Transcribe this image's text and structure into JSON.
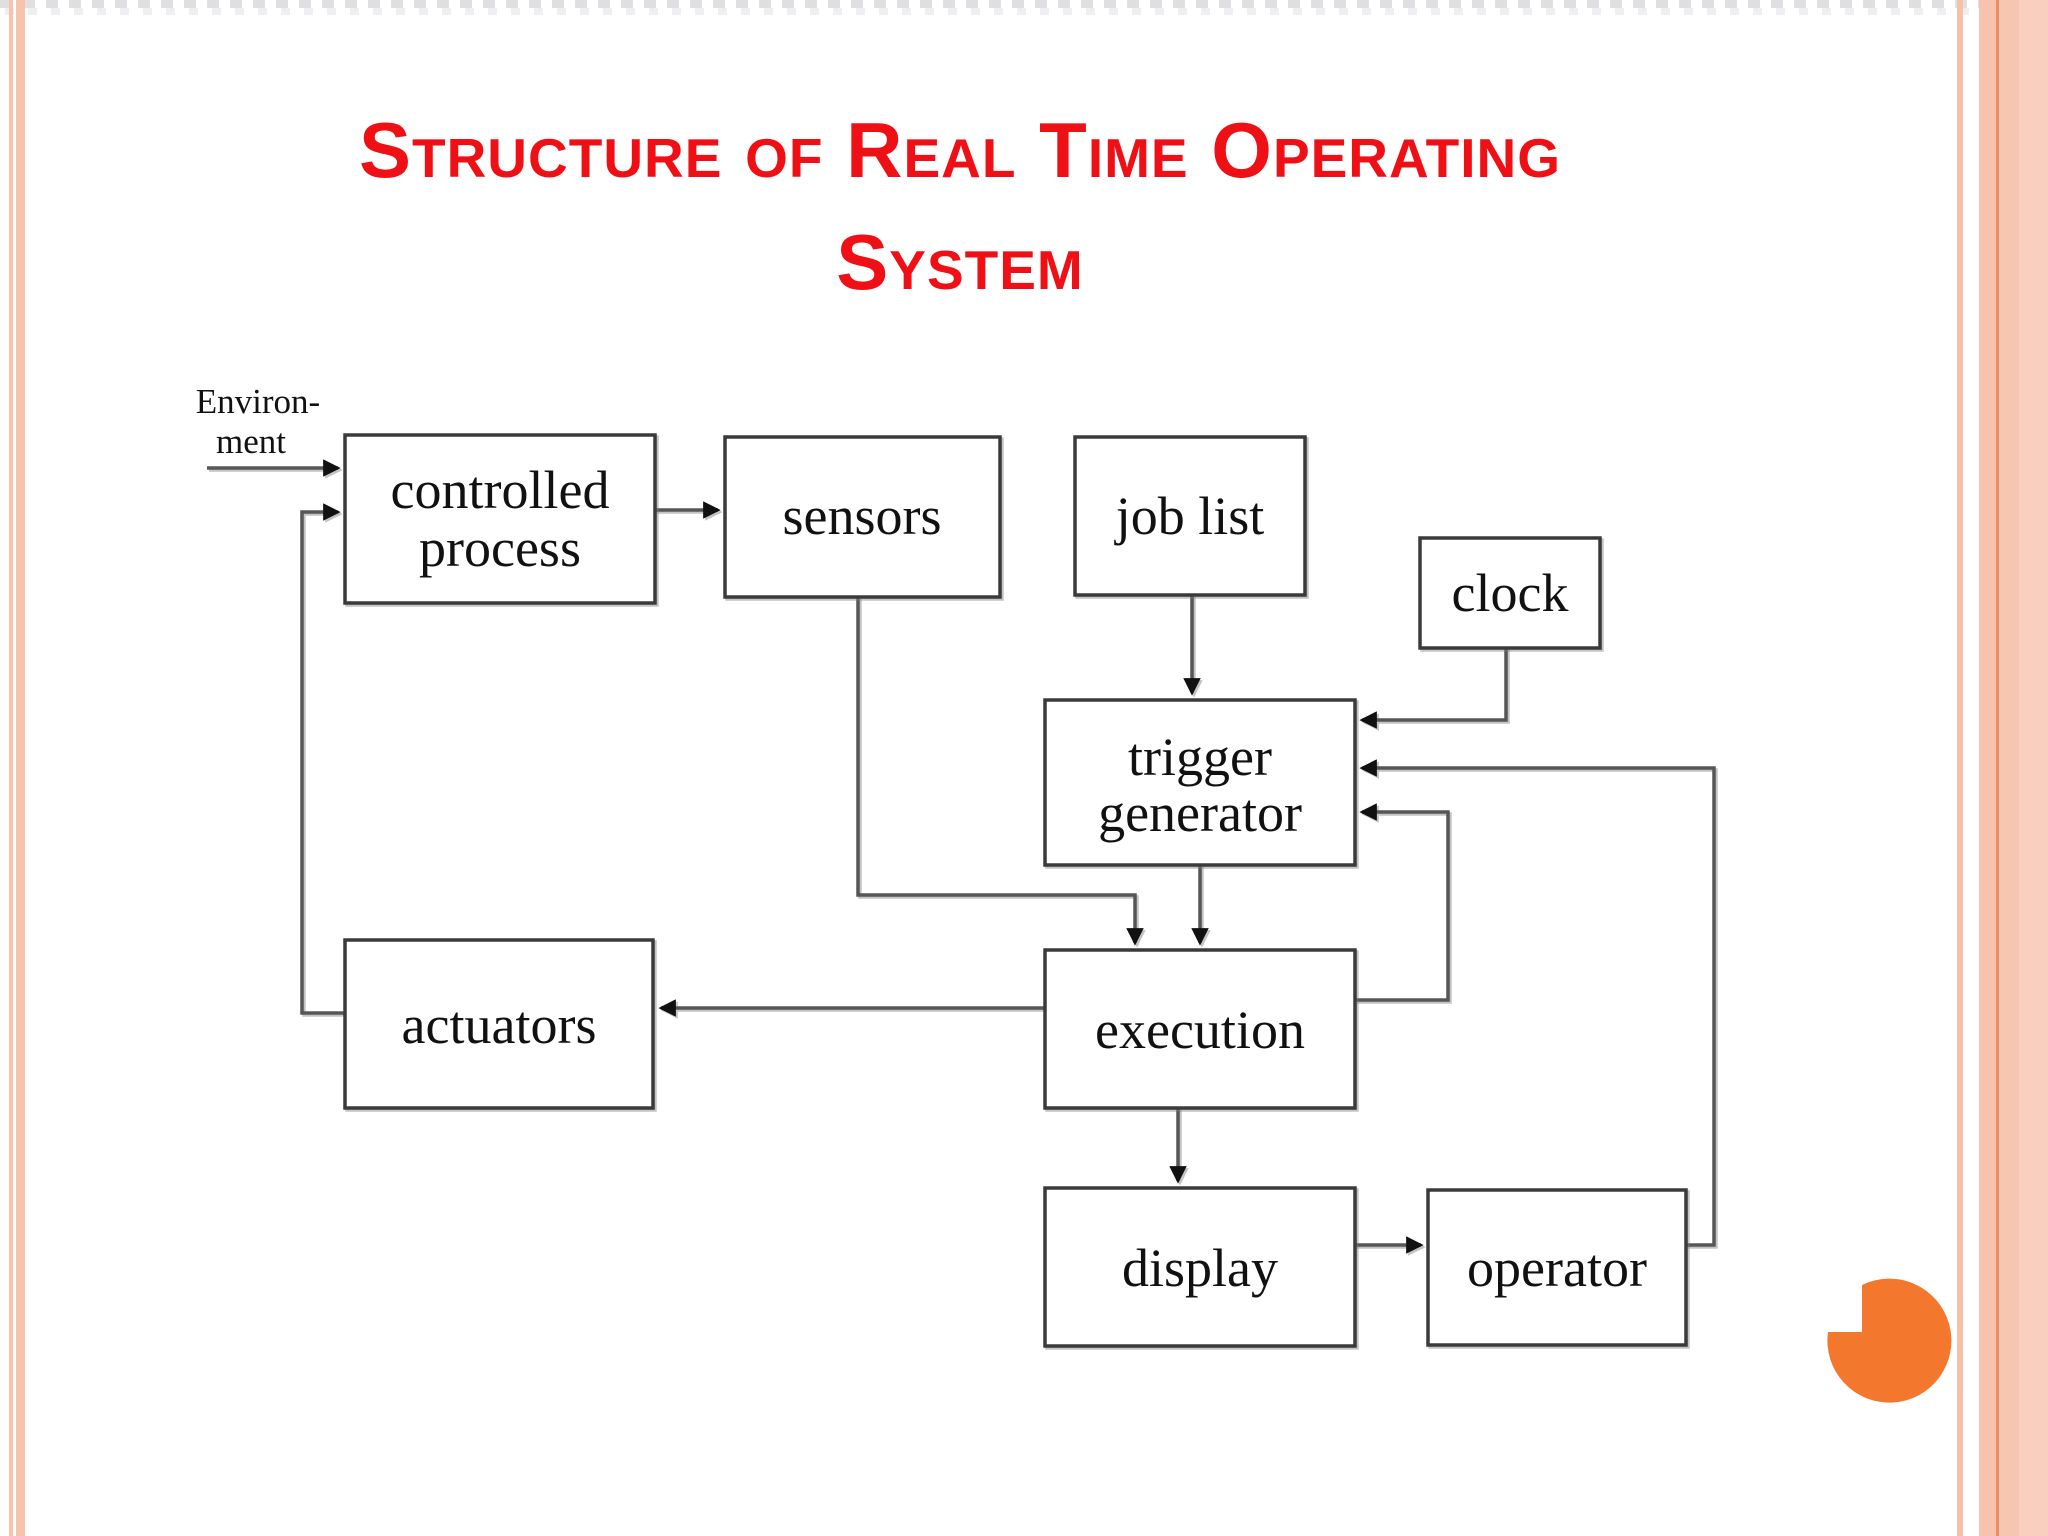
{
  "slide": {
    "title": {
      "line1": "Structure of Real Time Operating",
      "line2": "System",
      "color": "#ef1016"
    }
  },
  "diagram": {
    "environment_label": {
      "line1": "Environ-",
      "line2": "ment"
    },
    "nodes": {
      "controlled_process": {
        "line1": "controlled",
        "line2": "process"
      },
      "sensors": {
        "label": "sensors"
      },
      "job_list": {
        "label": "job list"
      },
      "clock": {
        "label": "clock"
      },
      "trigger_generator": {
        "line1": "trigger",
        "line2": "generator"
      },
      "actuators": {
        "label": "actuators"
      },
      "execution": {
        "label": "execution"
      },
      "display": {
        "label": "display"
      },
      "operator": {
        "label": "operator"
      }
    },
    "edges": [
      {
        "from": "environment",
        "to": "controlled process"
      },
      {
        "from": "actuators",
        "to": "controlled process"
      },
      {
        "from": "controlled process",
        "to": "sensors"
      },
      {
        "from": "sensors",
        "to": "execution"
      },
      {
        "from": "job list",
        "to": "trigger generator"
      },
      {
        "from": "clock",
        "to": "trigger generator"
      },
      {
        "from": "trigger generator",
        "to": "execution"
      },
      {
        "from": "execution",
        "to": "trigger generator"
      },
      {
        "from": "execution",
        "to": "actuators"
      },
      {
        "from": "execution",
        "to": "display"
      },
      {
        "from": "display",
        "to": "operator"
      },
      {
        "from": "operator",
        "to": "trigger generator"
      }
    ],
    "colors": {
      "box_fill": "#ffffff",
      "box_border": "#3a3a3a",
      "arrow_line": "#565656",
      "arrowhead": "#111111",
      "label_text": "#111111"
    }
  },
  "decor": {
    "accent_orange": "#f4772e",
    "side_stripe_pink": "#f8c3ae",
    "side_stripe_dark": "#ee8d60",
    "side_band_pink": "#f9cfbf"
  }
}
